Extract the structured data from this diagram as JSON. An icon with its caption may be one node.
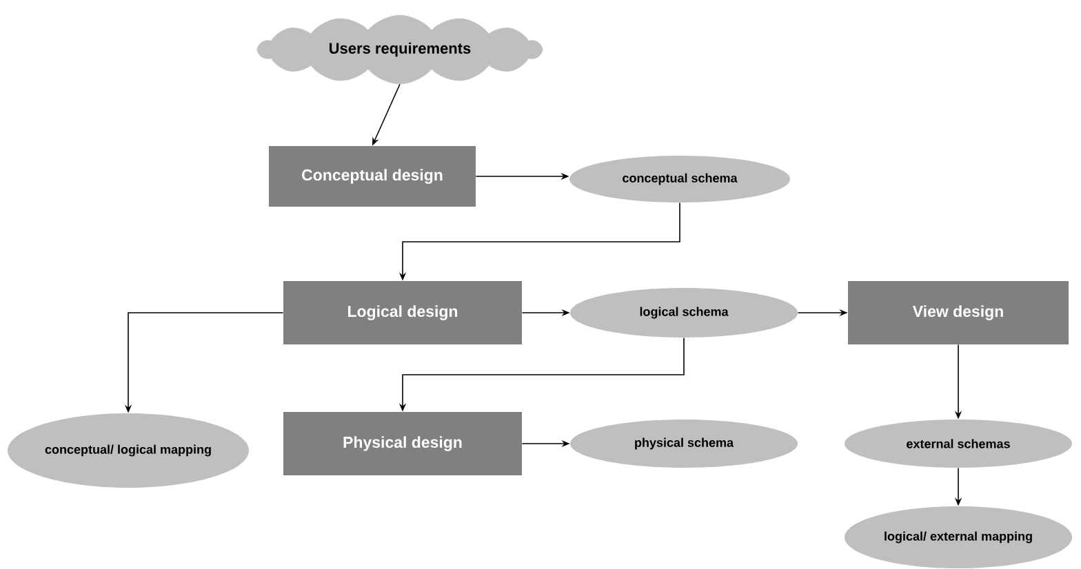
{
  "diagram": {
    "nodes": [
      {
        "text": [
          "Users requirements"
        ]
      },
      {
        "text": [
          "Conceptual design"
        ]
      },
      {
        "text": [
          "conceptual schema"
        ]
      },
      {
        "text": [
          "Logical design"
        ]
      },
      {
        "text": [
          "logical schema"
        ]
      },
      {
        "text": [
          "View design"
        ]
      },
      {
        "text": [
          "conceptual/ logical mapping"
        ]
      },
      {
        "text": [
          "Physical design"
        ]
      },
      {
        "text": [
          "physical schema"
        ]
      },
      {
        "text": [
          "external schemas"
        ]
      },
      {
        "text": [
          "logical/ external mapping"
        ]
      }
    ],
    "edges": [
      {
        "from": 0,
        "to": 1,
        "arrow": "to"
      },
      {
        "from": 1,
        "to": 2,
        "arrow": "to"
      },
      {
        "from": 2,
        "to": 3,
        "arrow": "to"
      },
      {
        "from": 3,
        "to": 4,
        "arrow": "to"
      },
      {
        "from": 4,
        "to": 5,
        "arrow": "to"
      },
      {
        "from": 3,
        "to": 6,
        "arrow": "to"
      },
      {
        "from": 4,
        "to": 7,
        "arrow": "to"
      },
      {
        "from": 7,
        "to": 8,
        "arrow": "to"
      },
      {
        "from": 5,
        "to": 9,
        "arrow": "to"
      },
      {
        "from": 9,
        "to": 10,
        "arrow": "to"
      }
    ]
  }
}
